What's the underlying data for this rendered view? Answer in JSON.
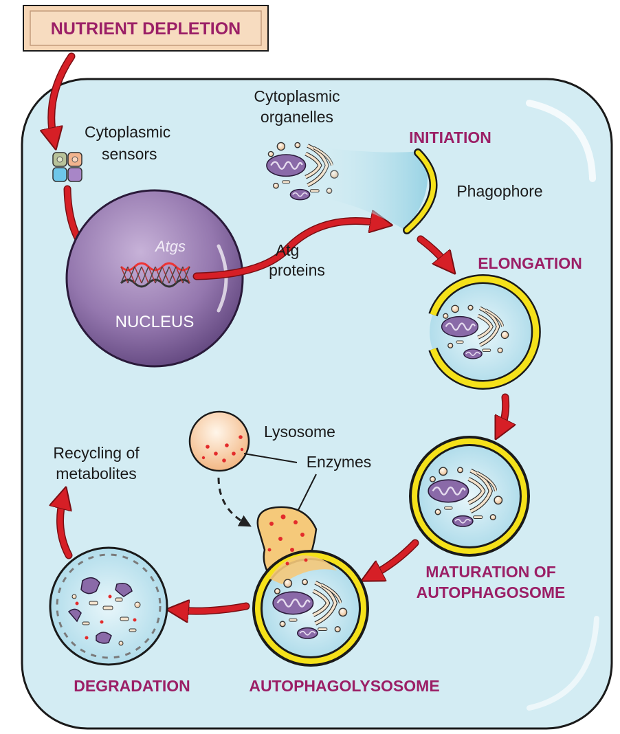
{
  "banner": "NUTRIENT DEPLETION",
  "labels": {
    "cytoplasmic_sensors": [
      "Cytoplasmic",
      "sensors"
    ],
    "cytoplasmic_organelles": [
      "Cytoplasmic",
      "organelles"
    ],
    "atgs": "Atgs",
    "nucleus": "NUCLEUS",
    "atg_proteins": [
      "Atg",
      "proteins"
    ],
    "phagophore": "Phagophore",
    "lysosome": "Lysosome",
    "enzymes": "Enzymes",
    "recycling": [
      "Recycling of",
      "metabolites"
    ]
  },
  "stages": {
    "initiation": "INITIATION",
    "elongation": "ELONGATION",
    "maturation": [
      "MATURATION OF",
      "AUTOPHAGOSOME"
    ],
    "autophagolysosome": "AUTOPHAGOLYSOSOME",
    "degradation": "DEGRADATION"
  },
  "colors": {
    "cell_fill": "#d3ecf3",
    "arrow": "#d61f26",
    "stage_text": "#9b1f66",
    "membrane": "#f5e11a",
    "nucleus": "#8e72a8",
    "banner_fill": "#f6d6b6"
  }
}
